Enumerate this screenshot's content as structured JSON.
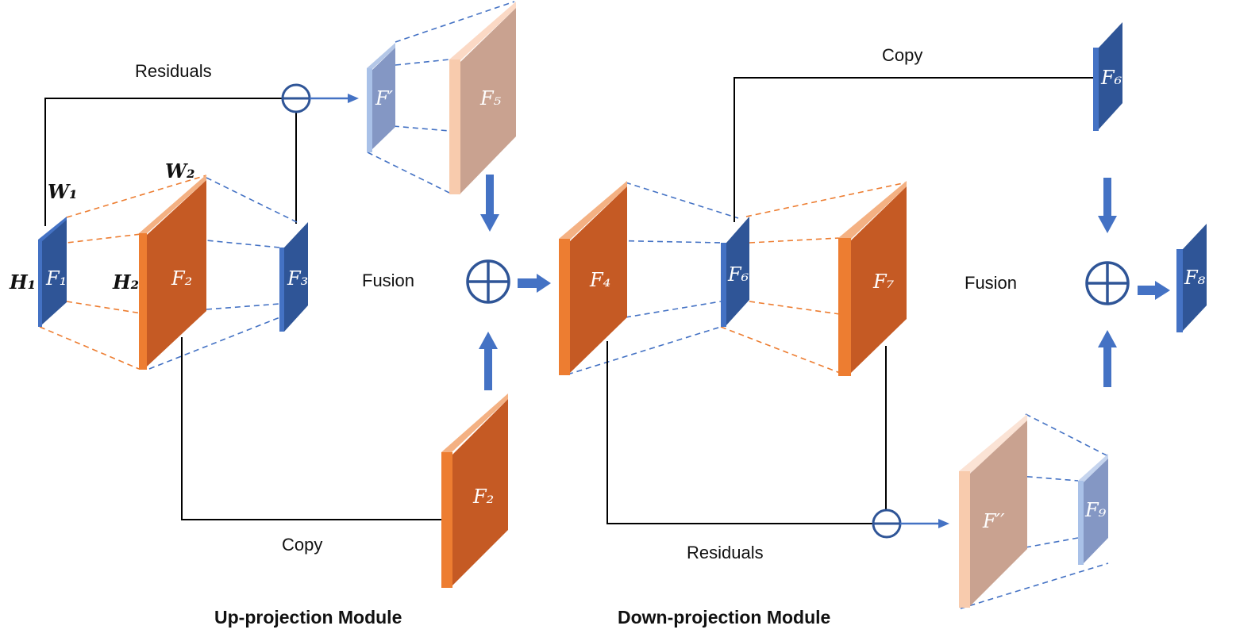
{
  "titles": {
    "up": "Up-projection Module",
    "down": "Down-projection Module"
  },
  "labels": {
    "residuals_top": "Residuals",
    "residuals_bottom": "Residuals",
    "copy_bottom": "Copy",
    "copy_top": "Copy",
    "fusion_left": "Fusion",
    "fusion_right": "Fusion"
  },
  "dimensions": {
    "w1": "W₁",
    "w2": "W₂",
    "h1": "H₁",
    "h2": "H₂"
  },
  "features": {
    "f1": "F₁",
    "f2": "F₂",
    "f3": "F₃",
    "fprime": "F′",
    "f5": "F₅",
    "f2_copy": "F₂",
    "f4": "F₄",
    "f6_mid": "F₆",
    "f7": "F₇",
    "f6_top": "F₆",
    "fdprime": "F′′",
    "f9": "F₉",
    "f8": "F₈"
  },
  "colors": {
    "orange": "#ED7D31",
    "orange_dark": "#C55A24",
    "blue": "#2F5597",
    "blue_light": "#4472C4",
    "peach": "#F8CBAD",
    "ghost_blue": "#A9C1E8"
  }
}
